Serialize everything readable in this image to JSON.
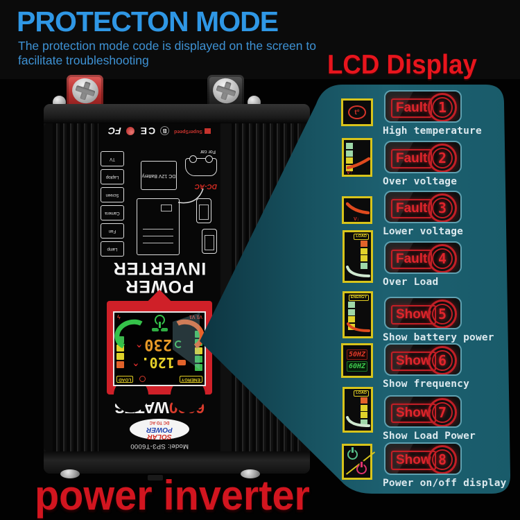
{
  "header": {
    "title": "PROTECTON MODE",
    "subtitle_line1": "The protection mode code is displayed on the screen to",
    "subtitle_line2": "facilitate troubleshooting"
  },
  "section_title": "LCD Display",
  "footer_title": "power inverter",
  "colors": {
    "teal_panel": "#1d6070",
    "alert_red": "#d7232b",
    "header_blue": "#2f97e5",
    "icon_yellow": "#d8c41b"
  },
  "codes": [
    {
      "word": "Fault",
      "number": "1",
      "label": "High temperature",
      "icon": "high-temperature",
      "icon_text": "t°"
    },
    {
      "word": "Fault",
      "number": "2",
      "label": "Over voltage",
      "icon": "voltage-up",
      "icon_text": "V↑"
    },
    {
      "word": "Fault",
      "number": "3",
      "label": "Lower voltage",
      "icon": "voltage-down",
      "icon_text": "V↓"
    },
    {
      "word": "Fault",
      "number": "4",
      "label": "Over Load",
      "icon": "load-bars",
      "icon_text": "LOAD"
    },
    {
      "word": "Show",
      "number": "5",
      "label": "Show battery power",
      "icon": "energy-bars",
      "icon_text": "ENERGY"
    },
    {
      "word": "Show",
      "number": "6",
      "label": "Show frequency",
      "icon": "frequency",
      "icon_texts": [
        "50HZ",
        "60HZ"
      ]
    },
    {
      "word": "Show",
      "number": "7",
      "label": "Show Load Power",
      "icon": "load-bars",
      "icon_text": "LOAD"
    },
    {
      "word": "Show",
      "number": "8",
      "label": "Power on/off display",
      "icon": "power-on-off"
    }
  ],
  "inverter": {
    "brand_line1": "POWER",
    "brand_line2": "INVERTER",
    "watts_value": "6000",
    "watts_unit": "WATTS",
    "model": "Model: SP3-T6000",
    "logo": {
      "line1": "SOLAR",
      "line2": "POWER",
      "sub": "DC TO AC"
    },
    "cert": {
      "speed": "SuperSpeed",
      "b": "B",
      "ce": "CE",
      "fc": "FC"
    },
    "devices": [
      "TV",
      "Laptop",
      "Screen",
      "Camera",
      "Fan",
      "Lamp"
    ],
    "battery_label": "DC 12V Battery",
    "car_label": "For car",
    "dcac_logo": "DC-AC",
    "lcd": {
      "value_row1": "120.",
      "value_row2": "230",
      "arrow": "^",
      "load_label": "LOAD",
      "energy_label": "ENERGY",
      "corner_text": "V1 V1",
      "bolt": "ϟ"
    }
  }
}
